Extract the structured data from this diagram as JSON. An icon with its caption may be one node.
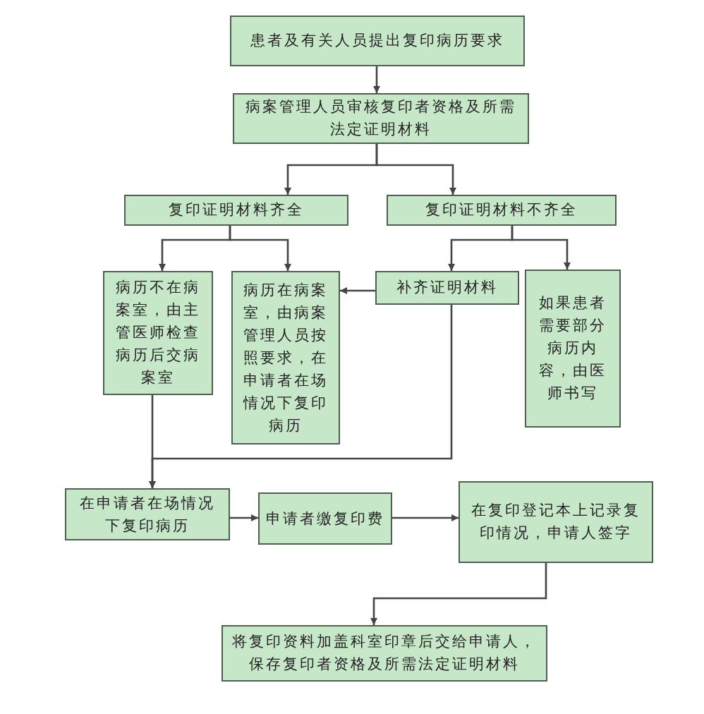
{
  "diagram": {
    "nodes": [
      {
        "text": [
          "患者及有关人员提出复印病历要求"
        ]
      },
      {
        "text": [
          "病案管理人员审核复印者资格及所需法定证明材料"
        ]
      },
      {
        "text": [
          "复印证明材料齐全"
        ]
      },
      {
        "text": [
          "复印证明材料不齐全"
        ]
      },
      {
        "text": [
          "病历不在病案室，由主管医师检查病历后交病案室"
        ]
      },
      {
        "text": [
          "病历在病案室，由病案管理人员按照要求，在申请者在场情况下复印病历"
        ]
      },
      {
        "text": [
          "补齐证明材料"
        ]
      },
      {
        "text": [
          "如果患者需要部分病历内容，由医师书写"
        ]
      },
      {
        "text": [
          "在申请者在场情况下复印病历"
        ]
      },
      {
        "text": [
          "申请者缴复印费"
        ]
      },
      {
        "text": [
          "在复印登记本上记录复印情况，申请人签字"
        ]
      },
      {
        "text": [
          "将复印资料加盖科室印章后交给申请人，保存复印者资格及所需法定证明材料"
        ]
      }
    ],
    "edges": [
      {
        "from": 0,
        "to": 1,
        "arrow": "to"
      },
      {
        "from": 1,
        "to": 2,
        "arrow": "to"
      },
      {
        "from": 1,
        "to": 3,
        "arrow": "to"
      },
      {
        "from": 2,
        "to": 4,
        "arrow": "to"
      },
      {
        "from": 2,
        "to": 5,
        "arrow": "to"
      },
      {
        "from": 3,
        "to": 6,
        "arrow": "to"
      },
      {
        "from": 3,
        "to": 7,
        "arrow": "to"
      },
      {
        "from": 6,
        "to": 5,
        "arrow": "to"
      },
      {
        "from": 4,
        "to": 8,
        "arrow": "to"
      },
      {
        "from": 6,
        "to": 8,
        "arrow": "to"
      },
      {
        "from": 8,
        "to": 9,
        "arrow": "to"
      },
      {
        "from": 9,
        "to": 10,
        "arrow": "to"
      },
      {
        "from": 10,
        "to": 11,
        "arrow": "to"
      }
    ]
  }
}
